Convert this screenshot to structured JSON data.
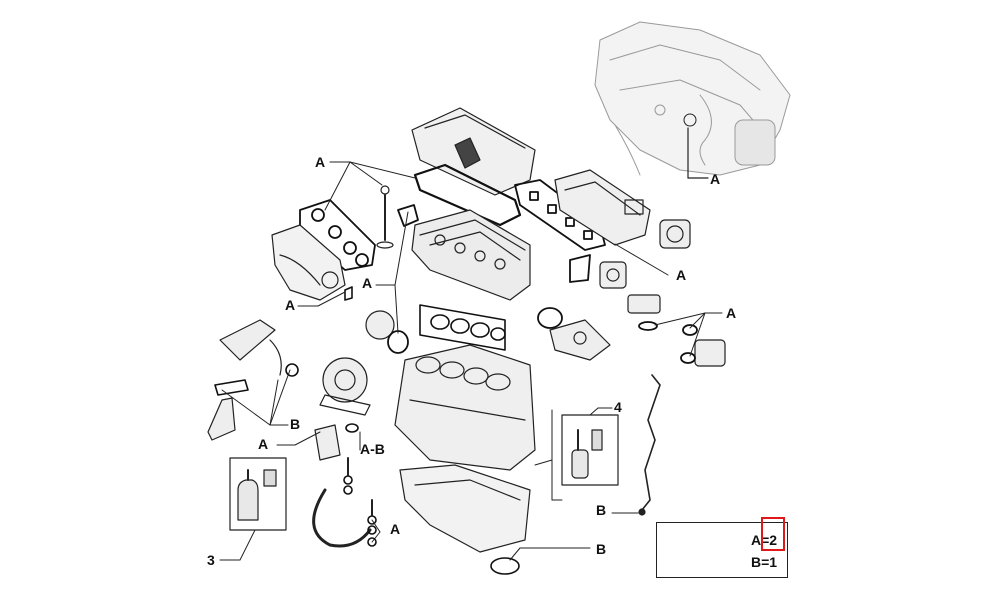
{
  "callouts": {
    "a1": "A",
    "a2": "A",
    "a3": "A",
    "a4": "A",
    "a5": "A",
    "a6": "A",
    "a7": "A",
    "a8": "A",
    "ab": "A-B",
    "b1": "B",
    "b2": "B",
    "b3": "B",
    "n3": "3",
    "n4": "4"
  },
  "legend": {
    "line_a": "A=2",
    "line_b": "B=1",
    "highlight_color": "#e01818"
  }
}
